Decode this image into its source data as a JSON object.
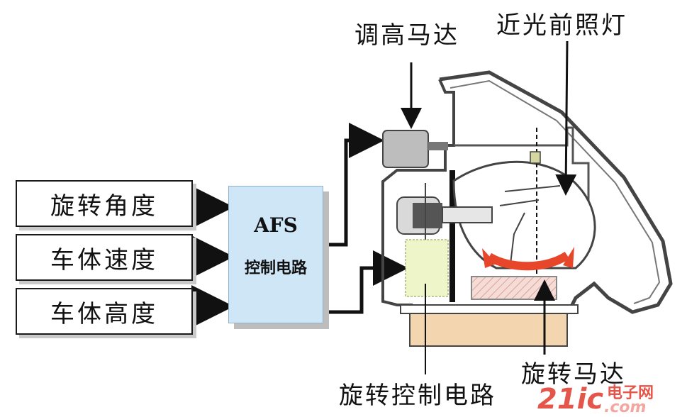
{
  "inputs": [
    {
      "label": "旋转角度"
    },
    {
      "label": "车体速度"
    },
    {
      "label": "车体高度"
    }
  ],
  "controller": {
    "title": "AFS",
    "subtitle": "控制电路"
  },
  "callouts": {
    "leveling_motor": "调高马达",
    "low_beam": "近光前照灯",
    "swivel_motor": "旋转马达",
    "swivel_circuit": "旋转控制电路"
  },
  "watermark": {
    "main": "21ic",
    "cn": "电子网",
    "domain": ".com"
  },
  "colors": {
    "afs_fill": "#cfe6f7",
    "arrow_red": "#e8462a",
    "base_fill": "#f3d6b0",
    "motor_hatch": "#f0c8c0",
    "watermark": "#e4554a"
  }
}
